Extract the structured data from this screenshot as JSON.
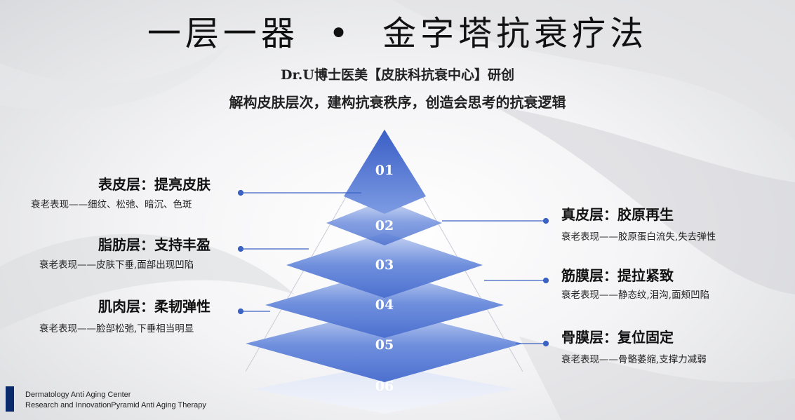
{
  "header": {
    "title": "一层一器  •  金字塔抗衰疗法",
    "subtitle": "Dr.U博士医美【皮肤科抗衰中心】研创",
    "tagline": "解构皮肤层次，建构抗衰秩序，创造会思考的抗衰逻辑"
  },
  "pyramid": {
    "levels": [
      "01",
      "02",
      "03",
      "04",
      "05",
      "06"
    ],
    "colors": {
      "apex": "#3e63c8",
      "layer": "#5f82d8",
      "layer_light": "#c9d6f3",
      "connector": "#3b63c4"
    }
  },
  "left_layers": [
    {
      "label": "表皮层：提亮皮肤",
      "desc": "衰老表现——细纹、松弛、暗沉、色斑"
    },
    {
      "label": "脂肪层：支持丰盈",
      "desc": "衰老表现——皮肤下垂,面部出现凹陷"
    },
    {
      "label": "肌肉层：柔韧弹性",
      "desc": "衰老表现——脸部松弛,下垂相当明显"
    }
  ],
  "right_layers": [
    {
      "label": "真皮层：胶原再生",
      "desc": "衰老表现——胶原蛋白流失,失去弹性"
    },
    {
      "label": "筋膜层：提拉紧致",
      "desc": "衰老表现——静态纹,泪沟,面颊凹陷"
    },
    {
      "label": "骨膜层：复位固定",
      "desc": "衰老表现——骨骼萎缩,支撑力减弱"
    }
  ],
  "footer": {
    "line1": "Dermatology Anti Aging Center",
    "line2": "Research and InnovationPyramid Anti Aging Therapy",
    "bar_color": "#0b2a6b"
  }
}
